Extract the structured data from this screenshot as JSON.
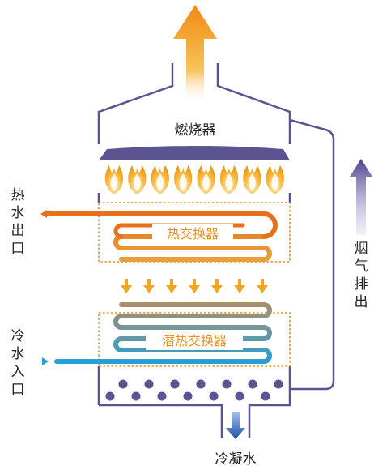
{
  "labels": {
    "burner": "燃烧器",
    "heat_exchanger": "热交换器",
    "latent_heat_exchanger": "潜热交换器",
    "hot_water_outlet": [
      "热",
      "水",
      "出",
      "口"
    ],
    "cold_water_inlet": [
      "冷",
      "水",
      "入",
      "口"
    ],
    "flue_exhaust": [
      "烟",
      "气",
      "排",
      "出"
    ],
    "condensate": "冷凝水"
  },
  "colors": {
    "outline": "#5b5490",
    "burner_plate": "#5b5490",
    "flame": "#f2a51e",
    "hot_pipe": "#e8701c",
    "cold_pipe": "#2a9fd6",
    "label_orange": "#e8901c",
    "text": "#222222",
    "exhaust_arrow": "#6a5fa8",
    "condensate_arrow": "#1f4fa3"
  },
  "icons": {
    "exhaust_up": "arrow-up-icon",
    "flame": "flame-icon",
    "heat_flow": "arrow-down-icon",
    "outlet_arrow": "arrow-left-icon",
    "inlet_arrow": "arrow-right-icon",
    "flue_arrow": "arrow-up-icon",
    "condensate_arrow": "arrow-down-icon"
  }
}
